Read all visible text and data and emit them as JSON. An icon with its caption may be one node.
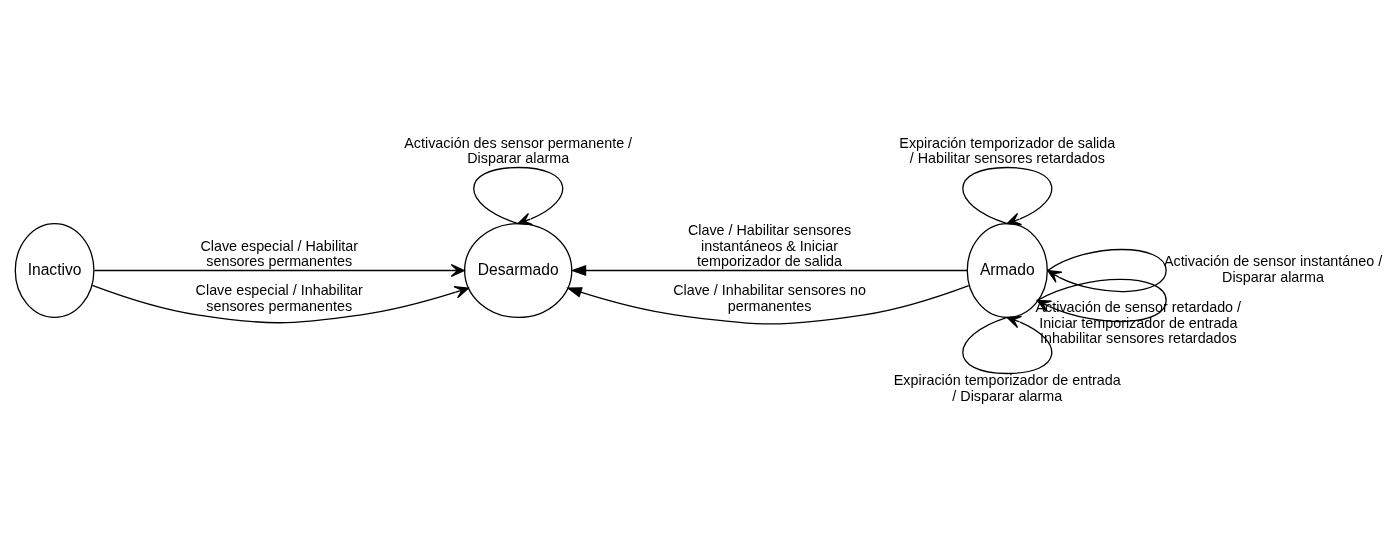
{
  "diagram": {
    "nodes": [
      {
        "text": [
          "Inactivo"
        ]
      },
      {
        "text": [
          "Desarmado"
        ]
      },
      {
        "text": [
          "Armado"
        ]
      }
    ],
    "edges": [
      {
        "from": 0,
        "to": 1,
        "arrow": "to",
        "label": "Clave especial / Habilitar sensores permanentes"
      },
      {
        "from": 0,
        "to": 1,
        "arrow": "to",
        "label": "Clave especial / Inhabilitar sensores permanentes"
      },
      {
        "from": 1,
        "to": 1,
        "arrow": "to",
        "label": "Activación des sensor permanente / Disparar alarma"
      },
      {
        "from": 2,
        "to": 1,
        "arrow": "to",
        "label": "Clave / Habilitar sensores instantáneos & Iniciar temporizador de salida"
      },
      {
        "from": 2,
        "to": 1,
        "arrow": "to",
        "label": "Clave / Inhabilitar sensores no permanentes"
      },
      {
        "from": 2,
        "to": 2,
        "arrow": "to",
        "label": "Expiración temporizador de salida / Habilitar sensores retardados"
      },
      {
        "from": 2,
        "to": 2,
        "arrow": "to",
        "label": "Activación de sensor instantáneo / Disparar alarma"
      },
      {
        "from": 2,
        "to": 2,
        "arrow": "to",
        "label": "Activación de sensor retardado / Iniciar temporizador de entrada Inhabilitar sensores retardados"
      },
      {
        "from": 2,
        "to": 2,
        "arrow": "to",
        "label": "Expiración temporizador de entrada / Disparar alarma"
      }
    ]
  }
}
